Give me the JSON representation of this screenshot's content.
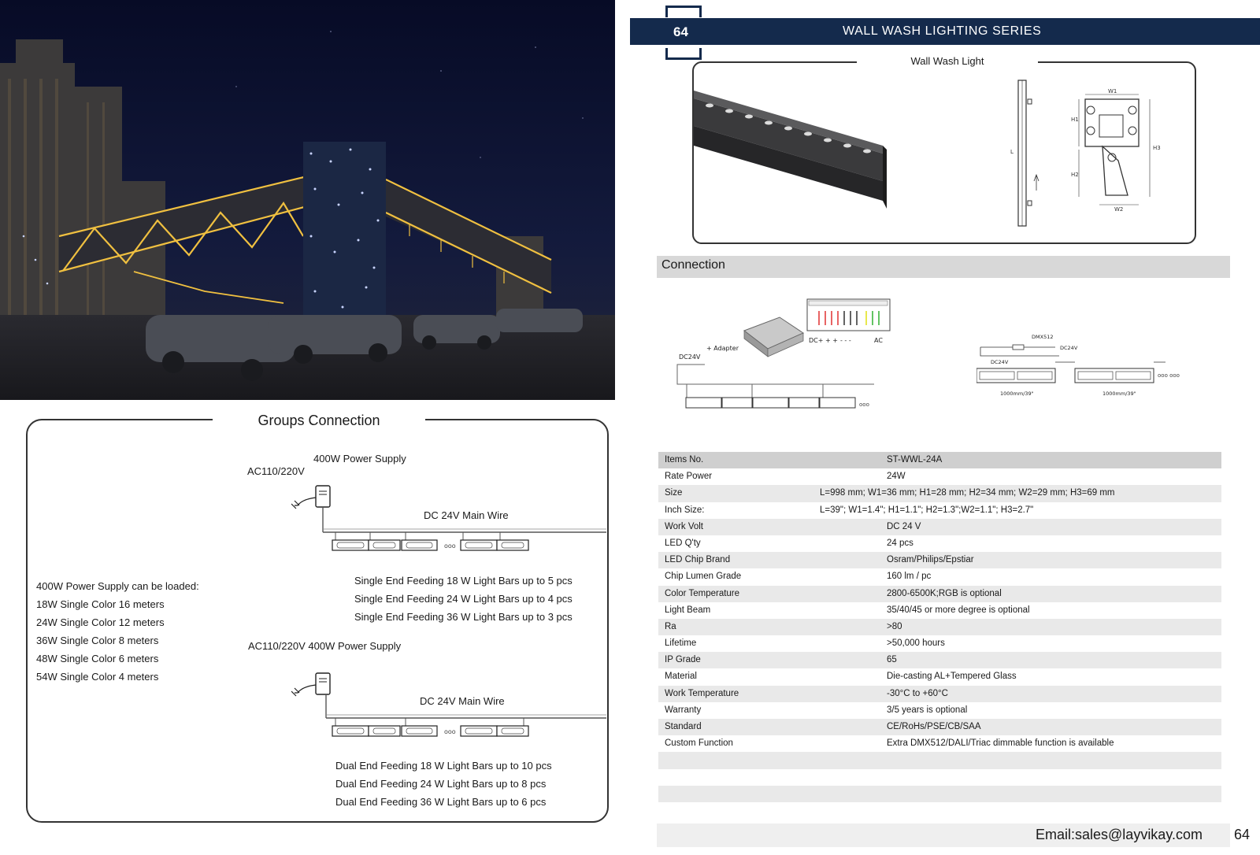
{
  "header": {
    "page_number": "64",
    "series_title": "WALL WASH LIGHTING SERIES"
  },
  "product_figure": {
    "title": "Wall Wash Light",
    "dimension_labels": [
      "W1",
      "H1",
      "H3",
      "H2",
      "W2",
      "L"
    ]
  },
  "connection": {
    "label": "Connection",
    "left_diagram": {
      "adapter_label": "+ Adapter",
      "input_label": "DC24V",
      "terminal_labels": [
        "DC+ + +",
        "- - -",
        "AC"
      ]
    },
    "right_diagram": {
      "dmx_label": "DMX512",
      "dc_labels": [
        "DC24V",
        "DC24V"
      ],
      "length_labels": [
        "1000mm/39\"",
        "1000mm/39\""
      ]
    }
  },
  "groups": {
    "title": "Groups Connection",
    "loading_heading": "400W Power Supply can be loaded:",
    "loading_items": [
      "18W Single Color 16 meters",
      "24W Single Color 12 meters",
      "36W Single Color 8 meters",
      "48W Single Color 6 meters",
      "54W Single Color 4 meters"
    ],
    "single": {
      "power_label": "400W Power Supply",
      "ac_label": "AC110/220V",
      "wire_label": "DC 24V Main Wire",
      "lines": [
        "Single End Feeding 18 W Light Bars up to 5 pcs",
        "Single End Feeding 24 W Light Bars up to 4 pcs",
        "Single End Feeding 36 W Light Bars up to 3 pcs"
      ]
    },
    "dual": {
      "power_label": "AC110/220V 400W Power Supply",
      "wire_label": "DC 24V Main Wire",
      "lines": [
        "Dual End Feeding 18 W Light Bars up to 10 pcs",
        "Dual End Feeding 24 W Light Bars up to 8 pcs",
        "Dual End Feeding 36 W Light Bars up to 6 pcs"
      ]
    }
  },
  "specs": [
    {
      "key": "Items No.",
      "value": "ST-WWL-24A"
    },
    {
      "key": "Rate  Power",
      "value": "24W"
    },
    {
      "key": "Size",
      "value": "L=998 mm; W1=36 mm; H1=28 mm; H2=34 mm; W2=29 mm; H3=69 mm"
    },
    {
      "key": "Inch Size:",
      "value": "L=39\"; W1=1.4\"; H1=1.1\"; H2=1.3\";W2=1.1\"; H3=2.7\""
    },
    {
      "key": "Work Volt",
      "value": "DC 24 V"
    },
    {
      "key": "LED Q'ty",
      "value": "24 pcs"
    },
    {
      "key": "LED Chip Brand",
      "value": "Osram/Philips/Epstiar"
    },
    {
      "key": "Chip Lumen Grade",
      "value": "160 lm / pc"
    },
    {
      "key": "Color Temperature",
      "value": "2800-6500K;RGB is optional"
    },
    {
      "key": "Light Beam",
      "value": "35/40/45 or more degree is optional"
    },
    {
      "key": "Ra",
      "value": ">80"
    },
    {
      "key": "Lifetime",
      "value": ">50,000 hours"
    },
    {
      "key": "IP Grade",
      "value": "65"
    },
    {
      "key": "Material",
      "value": "Die-casting AL+Tempered Glass"
    },
    {
      "key": "Work Temperature",
      "value": "-30°C to +60°C"
    },
    {
      "key": "Warranty",
      "value": "3/5 years is optional"
    },
    {
      "key": "Standard",
      "value": "CE/RoHs/PSE/CB/SAA"
    },
    {
      "key": "Custom Function",
      "value": "Extra DMX512/DALI/Triac dimmable function is available"
    },
    {
      "key": "",
      "value": ""
    },
    {
      "key": "",
      "value": ""
    },
    {
      "key": "",
      "value": ""
    }
  ],
  "footer": {
    "email": "Email:sales@layvikay.com",
    "page_number": "64"
  },
  "colors": {
    "header_navy": "#142a4c",
    "band_gray": "#d8d8d8",
    "row_stripe": "#e9e9e9",
    "night_sky": "#0b1030",
    "warm_light": "#f0c040"
  }
}
